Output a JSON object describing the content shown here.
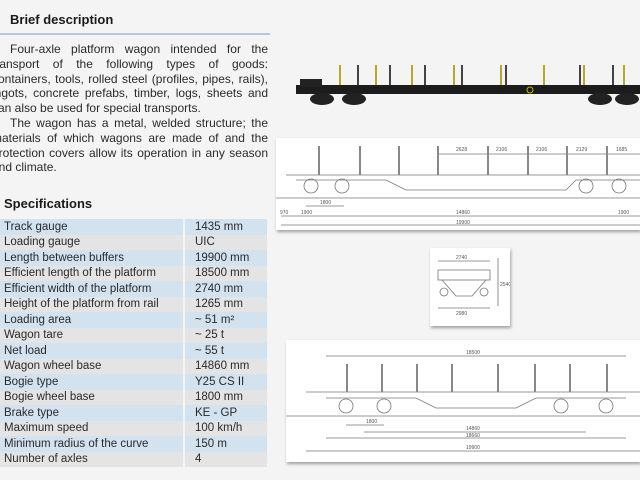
{
  "brief": {
    "heading": "Brief description",
    "paragraphs": [
      "Four-axle platform wagon intended for the transport of the following types of goods: containers, tools, rolled steel (profiles, pipes, rails), ingots, concrete prefabs, timber, logs, sheets and can also be used for special transports.",
      "The wagon has a metal, welded structure; the materials of which wagons are made of and the protection covers allow its operation in any season and climate."
    ]
  },
  "specs": {
    "heading": "Specifications",
    "rows": [
      {
        "label": "Track gauge",
        "value": "1435 mm"
      },
      {
        "label": "Loading gauge",
        "value": "UIC"
      },
      {
        "label": "Length between buffers",
        "value": "19900 mm"
      },
      {
        "label": "Efficient length of the platform",
        "value": "18500 mm"
      },
      {
        "label": "Efficient width of the platform",
        "value": "2740 mm"
      },
      {
        "label": "Height of the platform from rail",
        "value": "1265 mm"
      },
      {
        "label": "Loading area",
        "value": "~ 51 m²"
      },
      {
        "label": "Wagon tare",
        "value": "~ 25 t"
      },
      {
        "label": "Net load",
        "value": "~ 55 t"
      },
      {
        "label": "Wagon wheel base",
        "value": "14860 mm"
      },
      {
        "label": "Bogie type",
        "value": "Y25 CS II"
      },
      {
        "label": "Bogie wheel base",
        "value": "1800 mm"
      },
      {
        "label": "Brake type",
        "value": "KE - GP"
      },
      {
        "label": "Maximum speed",
        "value": "100 km/h"
      },
      {
        "label": "Minimum radius of the curve",
        "value": "150 m"
      },
      {
        "label": "Number of axles",
        "value": "4"
      }
    ]
  },
  "side_drawing": {
    "stake_spacings": [
      "2628",
      "2106",
      "2106",
      "2129",
      "1685"
    ],
    "bogie_base": "1800",
    "overhang": "1900",
    "overhang_right": "1900",
    "end": "970",
    "wheel_base": "14860",
    "length": "19900"
  },
  "end_drawing": {
    "top_width": "2740",
    "bottom_width": "2980",
    "height": "2540"
  },
  "bottom_drawing": {
    "platform_length": "18500",
    "bogie_base": "1800",
    "wheel_base": "14860",
    "frame_length": "18660",
    "length": "19900"
  }
}
